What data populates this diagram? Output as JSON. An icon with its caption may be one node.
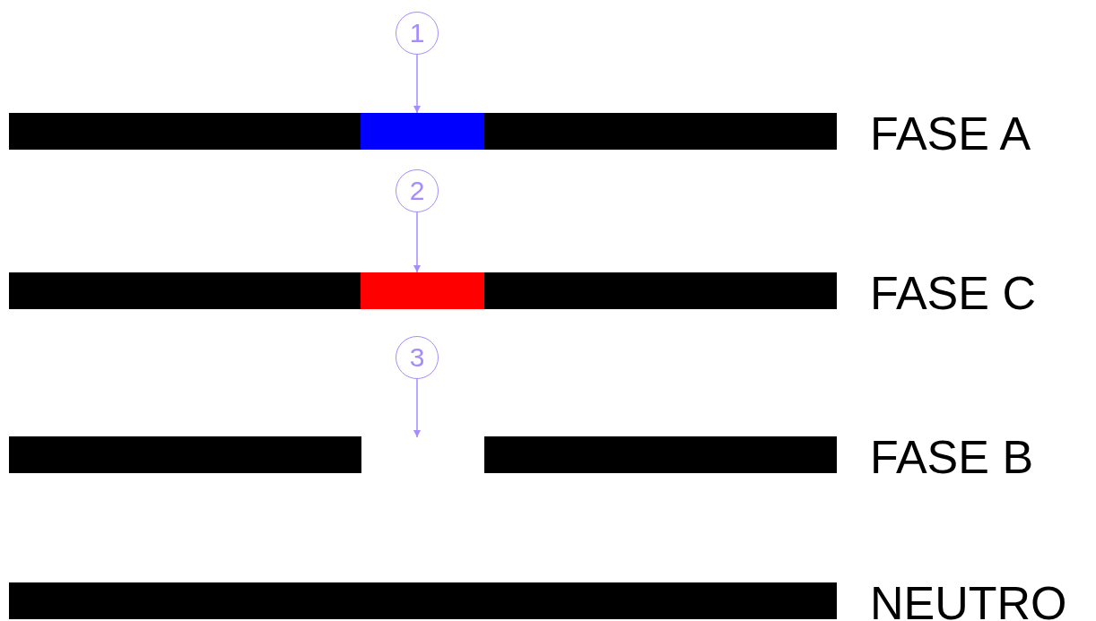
{
  "diagram": {
    "nodes": [
      {
        "text": [
          "1"
        ]
      },
      {
        "text": [],
        "shape": "bar"
      },
      {
        "text": [
          "2"
        ]
      },
      {
        "text": [],
        "shape": "bar"
      },
      {
        "text": [
          "3"
        ]
      }
    ],
    "edges": [
      {
        "from": 0,
        "to": 1,
        "arrow": "to"
      },
      {
        "from": 2,
        "to": 3,
        "arrow": "to"
      },
      {
        "from": 4,
        "to": null,
        "arrow": "to"
      }
    ],
    "labels": [
      "FASE A",
      "FASE C",
      "FASE B",
      "NEUTRO"
    ]
  }
}
